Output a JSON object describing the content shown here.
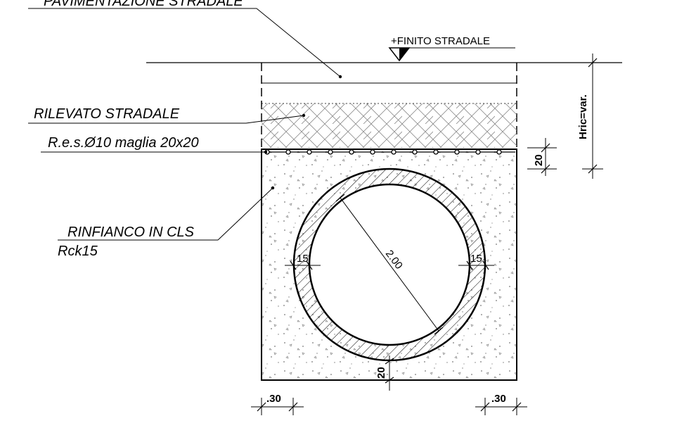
{
  "labels": {
    "pavimentazione": "PAVIMENTAZIONE STRADALE",
    "rilevato": "RILEVATO STRADALE",
    "res": "R.e.s.Ø10 maglia 20x20",
    "rinfianco_line1": "RINFIANCO IN CLS",
    "rinfianco_line2": "Rck15",
    "finito": "+FINITO STRADALE"
  },
  "dimensions": {
    "hric": "Hric=var.",
    "slab_20": "20",
    "bottom_20": "20",
    "wall_left": "15",
    "wall_right": "15",
    "diameter": "2.00",
    "side_left": ".30",
    "side_right": ".30"
  }
}
